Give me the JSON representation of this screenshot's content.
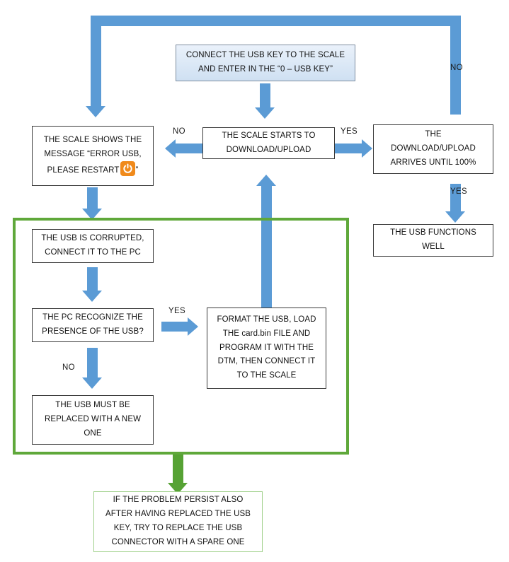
{
  "diagram": {
    "title": "USB Key Download/Upload Troubleshooting Flowchart",
    "colors": {
      "arrow_blue": "#5b9bd5",
      "arrow_green": "#56a234",
      "frame_green": "#5fa83a",
      "start_box_fill": "#dbe8f6",
      "power_icon_orange": "#f08a1b",
      "box_border": "#3a3a3a"
    }
  },
  "nodes": {
    "start": {
      "line1": "CONNECT THE USB KEY TO THE SCALE",
      "line2": "AND ENTER IN THE “0 – USB KEY”"
    },
    "error_usb": {
      "line1": "THE SCALE SHOWS THE",
      "line2": "MESSAGE “ERROR USB,",
      "line3_pre": "PLEASE RESTART",
      "line3_post": "”",
      "icon": "power-icon"
    },
    "scale_starts": {
      "line1": "THE SCALE STARTS TO",
      "line2": "DOWNLOAD/UPLOAD"
    },
    "arrives_100": {
      "line1": "THE",
      "line2": "DOWNLOAD/UPLOAD",
      "line3": "ARRIVES UNTIL 100%"
    },
    "usb_functions": {
      "line1": "THE USB FUNCTIONS",
      "line2": "WELL"
    },
    "usb_corrupted": {
      "line1": "THE USB IS CORRUPTED,",
      "line2": "CONNECT IT TO THE PC"
    },
    "pc_recognize": {
      "line1": "THE PC RECOGNIZE THE",
      "line2": "PRESENCE OF THE USB?"
    },
    "format_usb": {
      "line1": "FORMAT THE USB, LOAD",
      "line2": "THE card.bin FILE AND",
      "line3": "PROGRAM IT WITH THE",
      "line4": "DTM, THEN CONNECT IT",
      "line5": "TO THE SCALE"
    },
    "usb_replaced": {
      "line1": "THE USB MUST BE",
      "line2": "REPLACED WITH A NEW",
      "line3": "ONE"
    },
    "problem_persist": {
      "line1": "IF THE PROBLEM PERSIST ALSO",
      "line2": "AFTER HAVING REPLACED THE USB",
      "line3": "KEY, TRY TO REPLACE THE USB",
      "line4": "CONNECTOR WITH A SPARE ONE"
    }
  },
  "labels": {
    "no_error": "NO",
    "yes_arrives": "YES",
    "no_loop_top": "NO",
    "yes_functions": "YES",
    "yes_format": "YES",
    "no_replace": "NO"
  }
}
